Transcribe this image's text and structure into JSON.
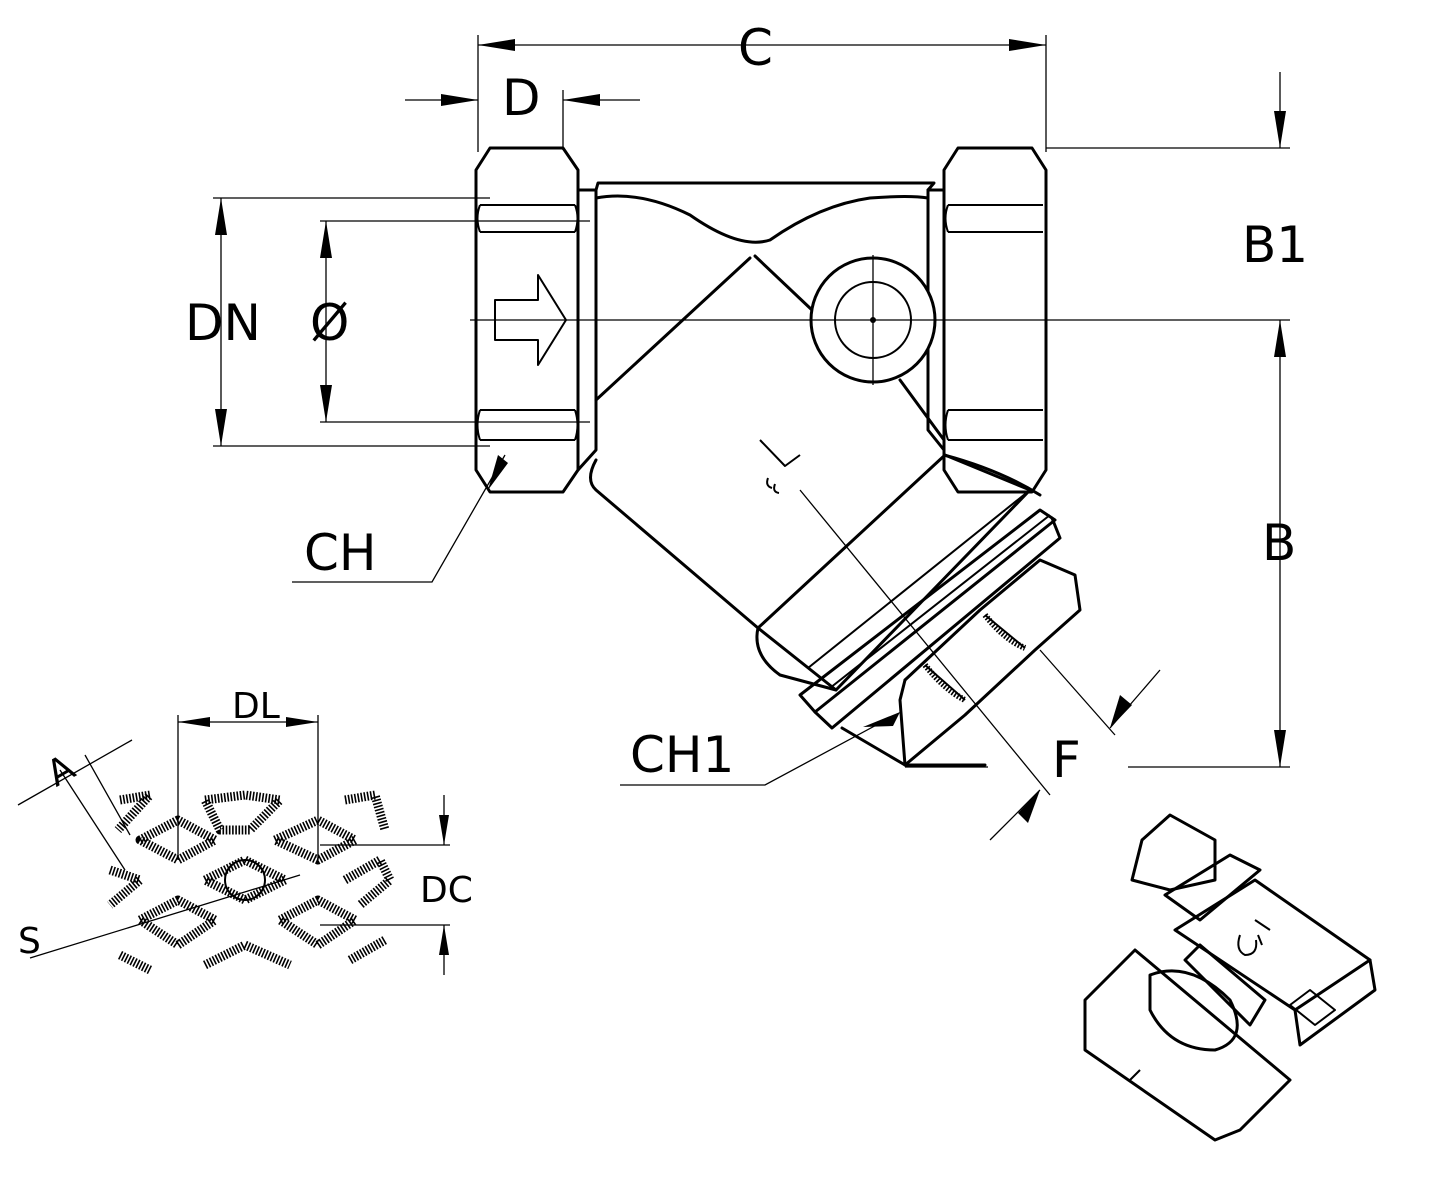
{
  "labels": {
    "c": "C",
    "d": "D",
    "b1": "B1",
    "b": "B",
    "dn": "DN",
    "diameter": "Ø",
    "ch": "CH",
    "ch1": "CH1",
    "f": "F",
    "dl": "DL",
    "a": "A",
    "dc": "DC",
    "s": "S"
  },
  "icons": {
    "flow_arrow": "flow-direction-arrow-icon",
    "marking": "body-marking-logo",
    "valve_iso": "isometric-valve-view"
  }
}
